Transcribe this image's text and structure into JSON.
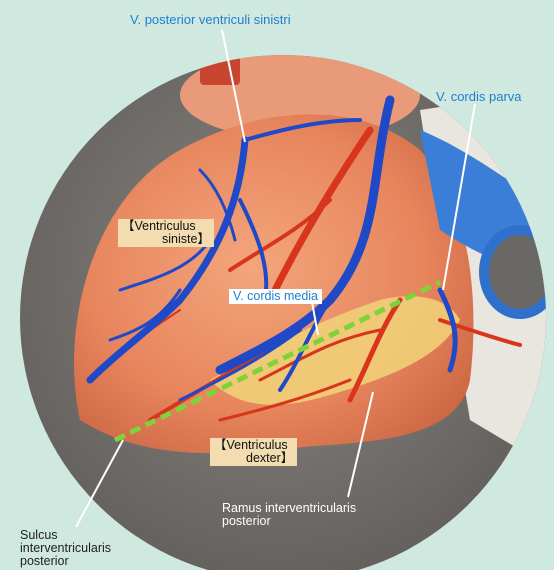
{
  "labels": {
    "v_posterior": "V. posterior  ventriculi  sinistri",
    "v_cordis_parva": "V. cordis parva",
    "ventriculus_siniste_line1": "【Ventriculus",
    "ventriculus_siniste_line2": "siniste】",
    "v_cordis_media": "V. cordis media",
    "ventriculus_dexter_line1": "【Ventriculus",
    "ventriculus_dexter_line2": "dexter】",
    "ramus_line1": "Ramus interventricularis",
    "ramus_line2": "posterior",
    "sulcus_line1": "Sulcus",
    "sulcus_line2": "interventricularis",
    "sulcus_line3": "posterior"
  },
  "colors": {
    "background": "#cfe8e0",
    "vein": "#1f49c6",
    "artery": "#d8361c",
    "heart": "#e8805a",
    "sulcus_dashes": "#7fd23a",
    "label_blue": "#1d7fd0"
  }
}
